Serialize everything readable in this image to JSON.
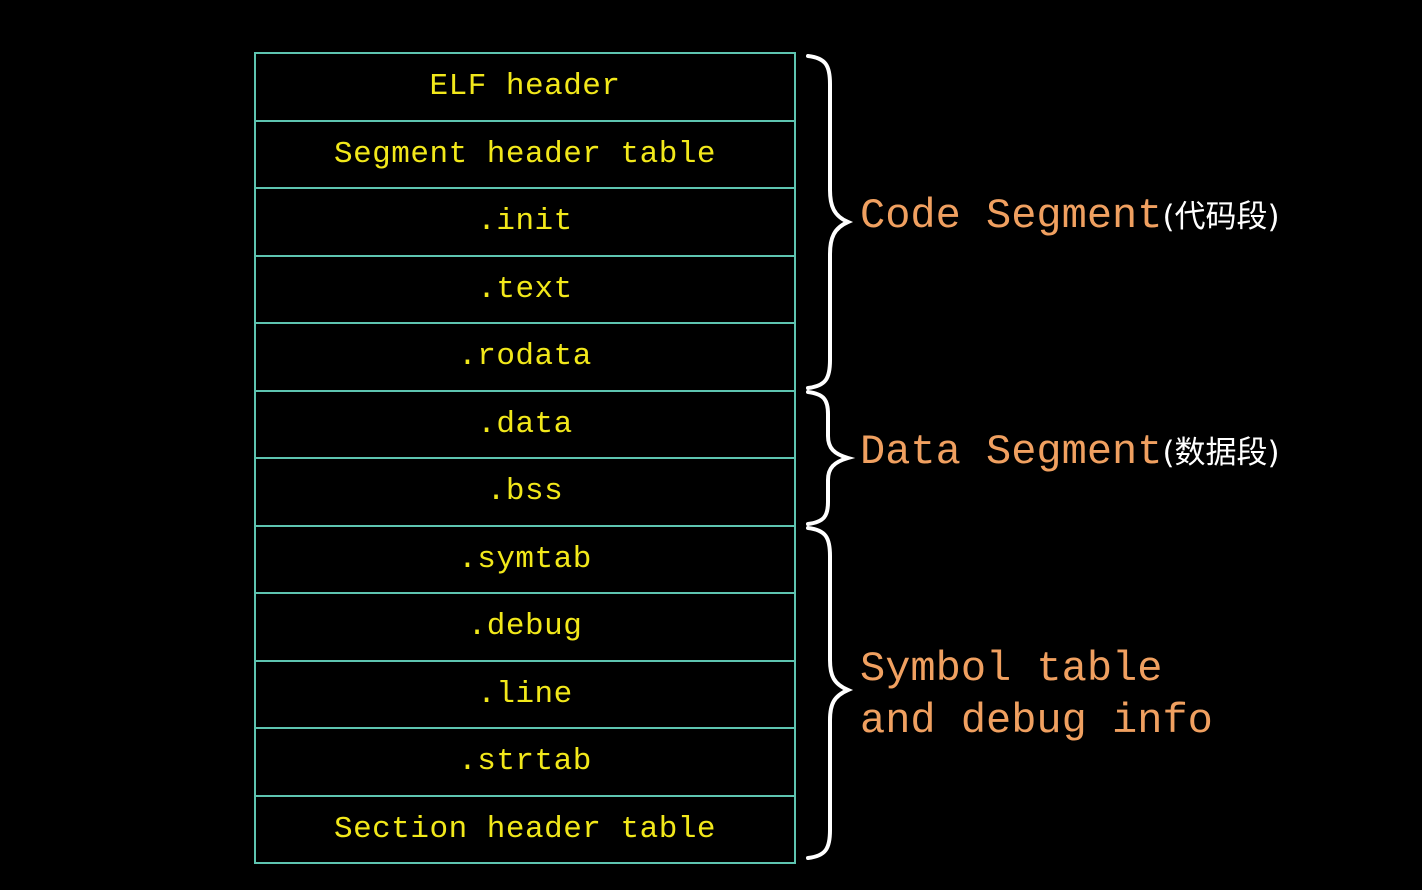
{
  "sections": [
    "ELF header",
    "Segment header table",
    ".init",
    ".text",
    ".rodata",
    ".data",
    ".bss",
    ".symtab",
    ".debug",
    ".line",
    ".strtab",
    "Section header table"
  ],
  "groups": {
    "code": {
      "label": "Code Segment",
      "cjk": "(代码段)",
      "row_start": 0,
      "row_end": 4
    },
    "data": {
      "label": "Data Segment",
      "cjk": "(数据段)",
      "row_start": 5,
      "row_end": 6
    },
    "symbol": {
      "line1": "Symbol table",
      "line2": "and debug info",
      "row_start": 7,
      "row_end": 11
    }
  },
  "colors": {
    "background": "#000000",
    "table_border": "#5ec4b0",
    "section_text": "#f2e81a",
    "group_label": "#f0a060",
    "cjk_text": "#ffffff",
    "brace": "#ffffff"
  }
}
